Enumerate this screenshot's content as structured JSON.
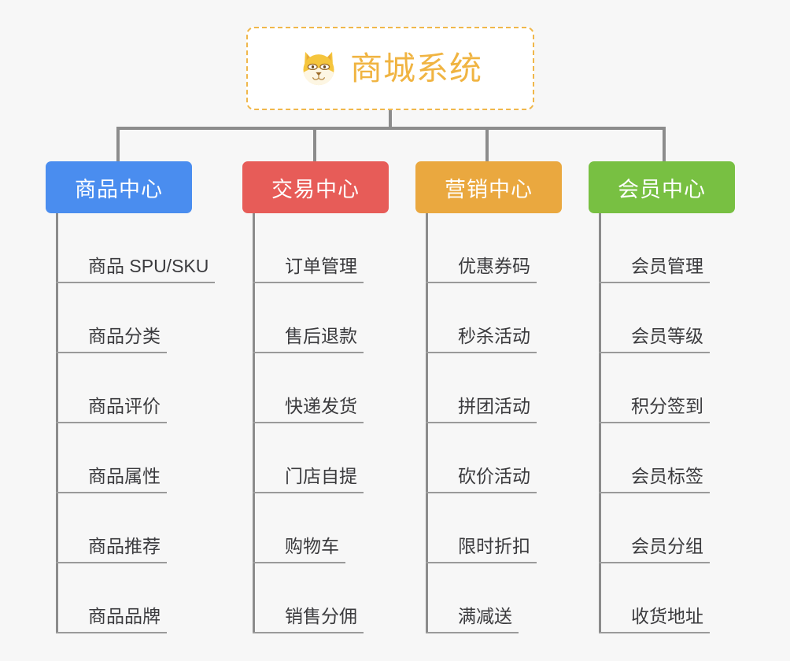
{
  "diagram": {
    "type": "mindmap",
    "background_color": "#f7f7f7",
    "root": {
      "title": "商城系统",
      "icon": "dog-face-icon",
      "text_color": "#f0b442",
      "border_color": "#f0b74b",
      "border_style": "dashed",
      "background_color": "#ffffff"
    },
    "connector_color": "#8c8c8c",
    "branches": [
      {
        "label": "商品中心",
        "color": "#4a8def",
        "items": [
          "商品 SPU/SKU",
          "商品分类",
          "商品评价",
          "商品属性",
          "商品推荐",
          "商品品牌"
        ]
      },
      {
        "label": "交易中心",
        "color": "#e75c58",
        "items": [
          "订单管理",
          "售后退款",
          "快递发货",
          "门店自提",
          "购物车",
          "销售分佣"
        ]
      },
      {
        "label": "营销中心",
        "color": "#eaa83f",
        "items": [
          "优惠券码",
          "秒杀活动",
          "拼团活动",
          "砍价活动",
          "限时折扣",
          "满减送"
        ]
      },
      {
        "label": "会员中心",
        "color": "#78c042",
        "items": [
          "会员管理",
          "会员等级",
          "积分签到",
          "会员标签",
          "会员分组",
          "收货地址"
        ]
      }
    ]
  }
}
